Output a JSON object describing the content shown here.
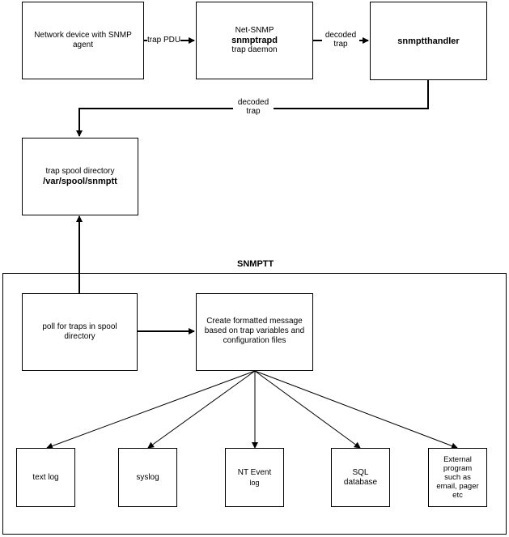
{
  "boxes": {
    "network_device": "Network device with SNMP agent",
    "snmptrapd": {
      "line1": "Net-SNMP",
      "line2": "snmptrapd",
      "line3": "trap daemon"
    },
    "snmptthandler": "snmptthandler",
    "spool_dir": {
      "line1": "trap spool directory",
      "line2": "/var/spool/snmptt"
    },
    "poll": "poll for traps in spool directory",
    "format": "Create formatted message based on trap variables and configuration files",
    "text_log": "text log",
    "syslog": "syslog",
    "nt_event": {
      "line1": "NT Event",
      "line2": "log"
    },
    "sql": {
      "line1": "SQL",
      "line2": "database"
    },
    "external": "External program such as email, pager etc"
  },
  "labels": {
    "trap_pdu": "trap PDU",
    "decoded_trap_1": {
      "line1": "decoded",
      "line2": "trap"
    },
    "decoded_trap_2": {
      "line1": "decoded",
      "line2": "trap"
    }
  },
  "container_title": "SNMPTT"
}
